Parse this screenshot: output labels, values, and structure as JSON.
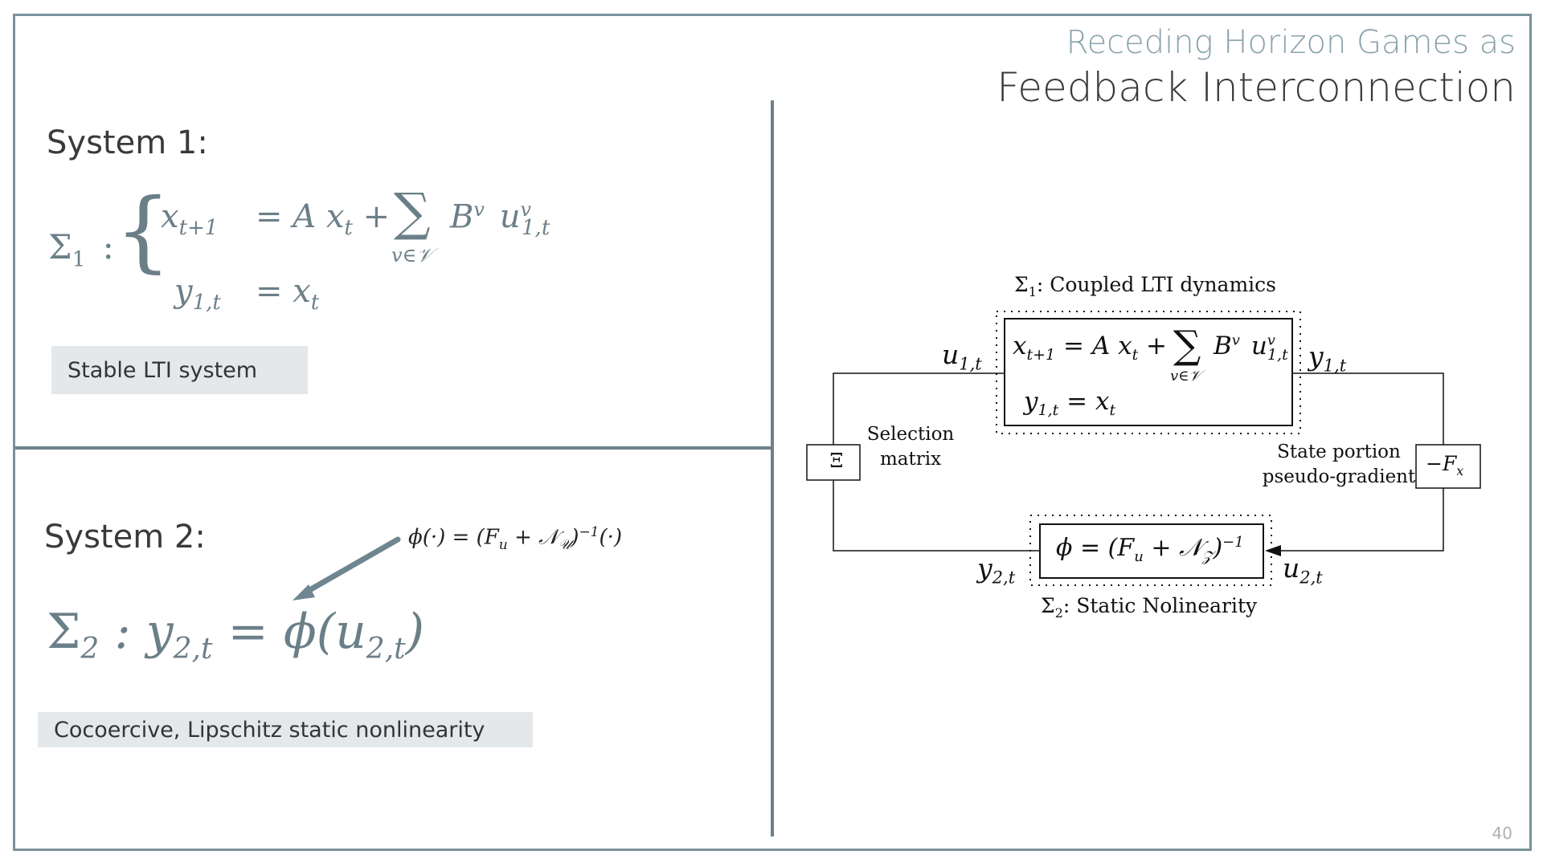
{
  "slide": {
    "title_line1": "Receding Horizon Games as",
    "title_line2": "Feedback Interconnection",
    "page_number": "40"
  },
  "system1": {
    "heading": "System 1:",
    "sigma_label": "Σ",
    "sigma_sub": "1",
    "sigma_colon": ":",
    "eq1_lhs": "x",
    "eq1_lhs_sub": "t+1",
    "eq1_rhs_pre": "= A x",
    "eq1_rhs_pre_sub": "t",
    "eq1_plus": "+",
    "eq1_sum": "∑",
    "eq1_sum_sub": "v∈𝒱",
    "eq1_rhs_post": "B",
    "eq1_rhs_post_sup": "v",
    "eq1_u": "u",
    "eq1_u_sup": "v",
    "eq1_u_sub": "1,t",
    "eq2_lhs": "y",
    "eq2_lhs_sub": "1,t",
    "eq2_rhs": "= x",
    "eq2_rhs_sub": "t",
    "badge": "Stable LTI system"
  },
  "system2": {
    "heading": "System 2:",
    "annotation": "ϕ(·) = (F",
    "annotation_sub": "u",
    "annotation_mid": " + 𝒩",
    "annotation_sub2": "𝒰",
    "annotation_end": ")",
    "annotation_sup": "−1",
    "annotation_tail": "(·)",
    "eq_sigma": "Σ",
    "eq_sigma_sub": "2",
    "eq_colon": " : y",
    "eq_y_sub": "2,t",
    "eq_mid": " = ϕ(u",
    "eq_u_sub": "2,t",
    "eq_end": ")",
    "badge": "Cocoercive, Lipschitz static nonlinearity"
  },
  "diagram": {
    "sigma1_caption_sym": "Σ",
    "sigma1_caption_sub": "1",
    "sigma1_caption_text": ": Coupled LTI dynamics",
    "box1_eq1": "x",
    "box1_eq1_sub": "t+1",
    "box1_eq1_rest": " = A x",
    "box1_eq1_rest_sub": "t",
    "box1_eq1_plus": " + ",
    "box1_sum": "∑",
    "box1_sum_sub": "v∈𝒱",
    "box1_B": "B",
    "box1_B_sup": "v",
    "box1_u": "u",
    "box1_u_sup": "v",
    "box1_u_sub": "1,t",
    "box1_eq2": "y",
    "box1_eq2_sub": "1,t",
    "box1_eq2_rest": " = x",
    "box1_eq2_rest_sub": "t",
    "u1_label": "u",
    "u1_sub": "1,t",
    "y1_label": "y",
    "y1_sub": "1,t",
    "y2_label": "y",
    "y2_sub": "2,t",
    "u2_label": "u",
    "u2_sub": "2,t",
    "xi_symbol": "Ξ",
    "selection_line1": "Selection",
    "selection_line2": "matrix",
    "state_line1": "State portion",
    "state_line2": "pseudo-gradient",
    "fx_label": "−F",
    "fx_sub": "x",
    "box2_eq": "ϕ = (F",
    "box2_eq_sub": "u",
    "box2_eq_mid": " + 𝒩",
    "box2_eq_sub2": "𝒵",
    "box2_eq_end": ")",
    "box2_eq_sup": "−1",
    "sigma2_caption_sym": "Σ",
    "sigma2_caption_sub": "2",
    "sigma2_caption_text": ": Static Nolinearity"
  },
  "colors": {
    "frame": "#7a929b",
    "divider": "#6a828c",
    "subtitle": "#8aa3ac",
    "math_text": "#6b7f88",
    "badge_bg": "#e4e8ea",
    "arrow": "#6f8690"
  }
}
